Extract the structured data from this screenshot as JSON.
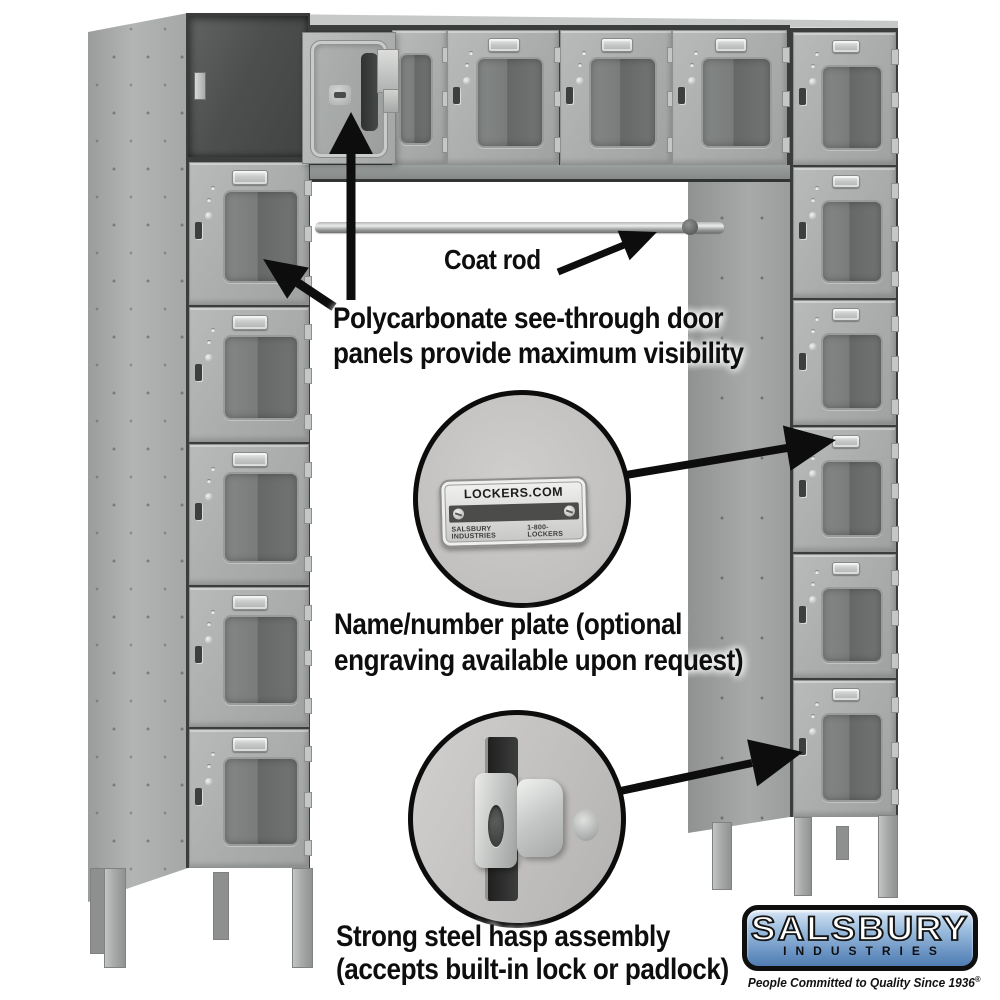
{
  "callouts": {
    "coat_rod": {
      "label": "Coat rod"
    },
    "see_through": {
      "line1": "Polycarbonate see-through door",
      "line2": "panels provide maximum visibility"
    },
    "name_plate": {
      "line1": "Name/number plate (optional",
      "line2": "engraving available upon request)"
    },
    "hasp": {
      "line1": "Strong steel hasp assembly",
      "line2": "(accepts built-in lock or padlock)"
    }
  },
  "nameplate_detail": {
    "title": "LOCKERS.COM",
    "maker": "SALSBURY INDUSTRIES",
    "phone": "1-800-LOCKERS"
  },
  "logo": {
    "brand": "SALSBURY",
    "division": "INDUSTRIES",
    "tagline": "People Committed to Quality Since 1936",
    "registered_mark": "®"
  },
  "colors": {
    "background": "#ffffff",
    "locker_gray": "#a9acab",
    "window_gray": "#6d706f",
    "interior_dark": "#474a49",
    "annotation_black": "#0d0d0d",
    "callout_fill": "#c7c6c4",
    "nameplate_band": "#4c4c4a",
    "logo_blue_top": "#d5e4f4",
    "logo_blue_bottom": "#4f7cb1",
    "logo_text": "#ffffff"
  }
}
